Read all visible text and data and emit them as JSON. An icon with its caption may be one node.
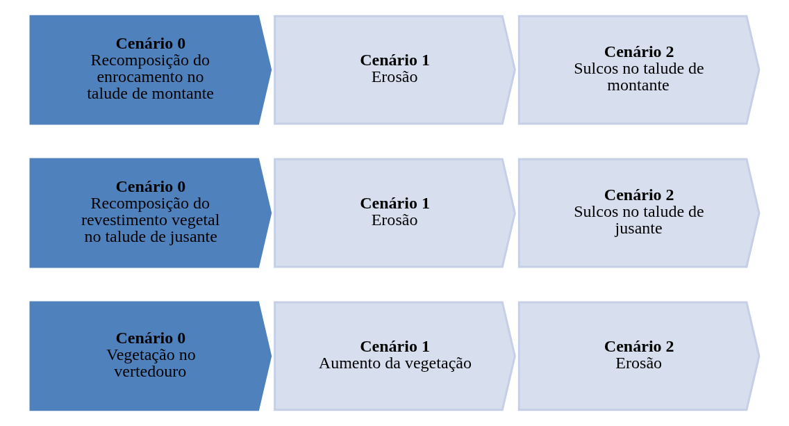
{
  "diagram": {
    "nodes": [
      {
        "text": [
          "Cenário 0",
          "Recomposição do enrocamento no talude de montante"
        ]
      },
      {
        "text": [
          "Cenário 1",
          "Erosão"
        ]
      },
      {
        "text": [
          "Cenário 2",
          "Sulcos no talude de montante"
        ]
      },
      {
        "text": [
          "Cenário 0",
          "Recomposição do revestimento vegetal no talude de jusante"
        ]
      },
      {
        "text": [
          "Cenário 1",
          "Erosão"
        ]
      },
      {
        "text": [
          "Cenário 2",
          "Sulcos no talude de jusante"
        ]
      },
      {
        "text": [
          "Cenário 0",
          "Vegetação no vertedouro"
        ]
      },
      {
        "text": [
          "Cenário 1",
          "Aumento da vegetação"
        ]
      },
      {
        "text": [
          "Cenário 2",
          "Erosão"
        ]
      }
    ]
  }
}
